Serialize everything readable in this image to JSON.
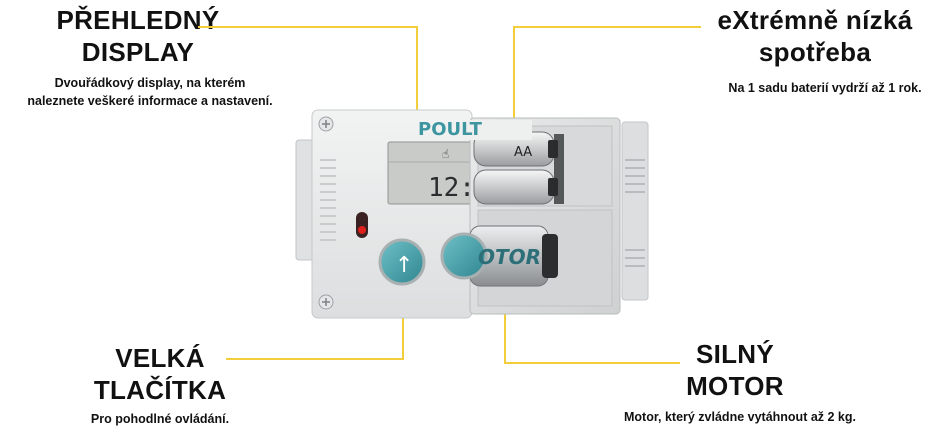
{
  "features": {
    "display": {
      "title_line1": "PŘEHLEDNÝ",
      "title_line2": "DISPLAY",
      "desc_line1": "Dvouřádkový display, na kterém",
      "desc_line2": "naleznete veškeré informace a nastavení."
    },
    "consumption": {
      "title_line1": "eXtrémně nízká",
      "title_line2": "spotřeba",
      "desc": "Na 1 sadu baterií vydrží až 1 rok."
    },
    "buttons": {
      "title_line1": "VELKÁ",
      "title_line2": "TLAČÍTKA",
      "desc": "Pro pohodlné ovládání."
    },
    "motor": {
      "title_line1": "SILNÝ",
      "title_line2": "MOTOR",
      "desc": "Motor, který zvládne vytáhnout až 2 kg."
    }
  },
  "device": {
    "brand": "POULT",
    "lcd_time": "12:",
    "battery_label": "AA",
    "motor_label": "OTOR"
  },
  "colors": {
    "callout_line": "#f2cf3a",
    "button_teal": "#4aa2aa",
    "led_red": "#e0201c"
  }
}
